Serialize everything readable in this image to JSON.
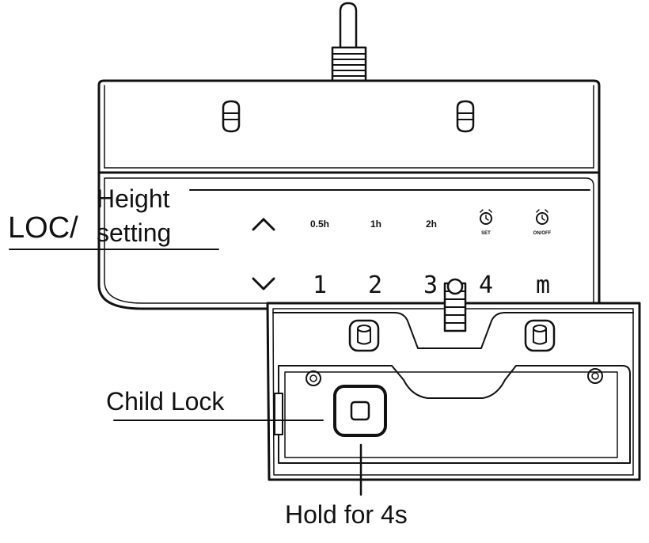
{
  "callouts": {
    "prefix": "LOC/",
    "height_line1": "Height",
    "height_line2": "setting",
    "child_lock": "Child Lock",
    "hold": "Hold for 4s"
  },
  "keypad": {
    "top_row": [
      "0.5h",
      "1h",
      "2h"
    ],
    "alarm_set": "SET",
    "alarm_onoff": "ON/OFF",
    "bottom_row": [
      "1",
      "2",
      "3",
      "4",
      "m"
    ]
  },
  "icons": {
    "up": "chevron-up-icon",
    "down": "chevron-down-icon",
    "alarm": "alarm-clock-icon",
    "lock_button": "child-lock-button-icon"
  }
}
